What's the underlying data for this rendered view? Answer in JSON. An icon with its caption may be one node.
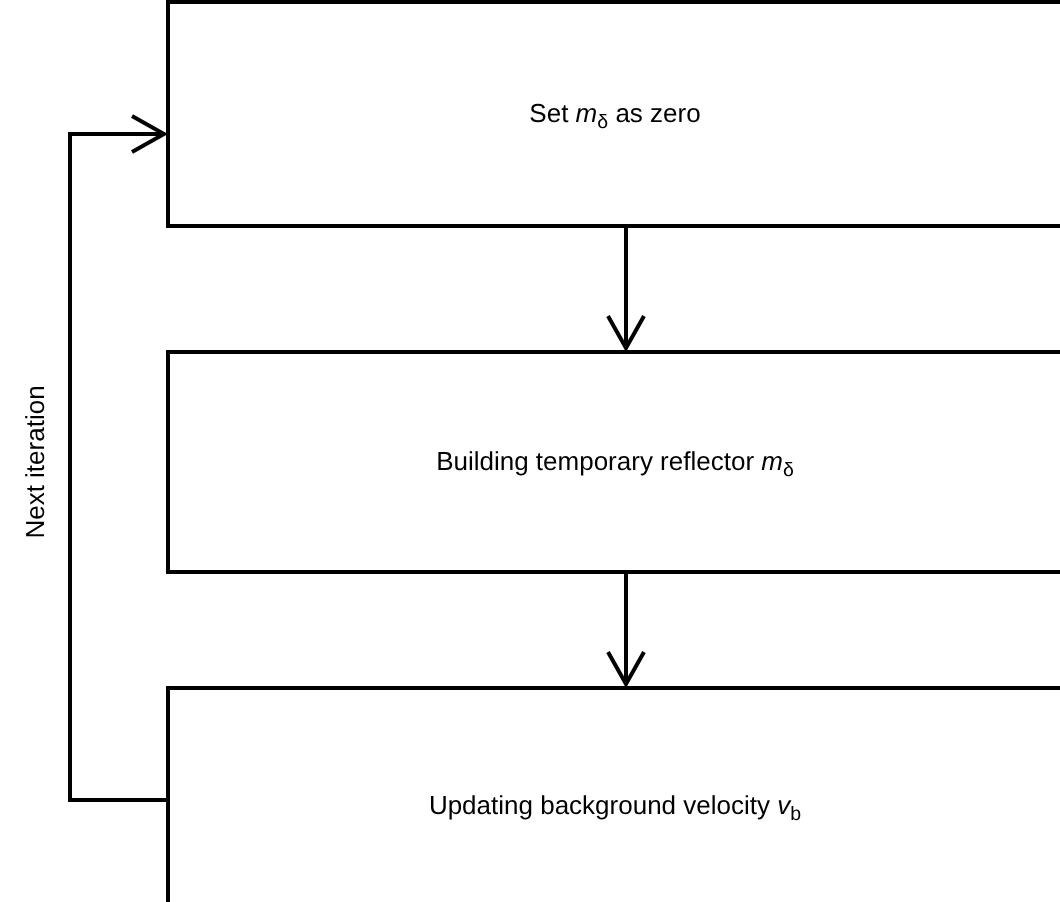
{
  "diagram": {
    "nodes": [
      {
        "text": [
          "Set *m*$_{δ}$ as zero"
        ]
      },
      {
        "text": [
          "Building temporary reflector *m*$_{δ}$"
        ]
      },
      {
        "text": [
          "Updating background velocity *v*$_{b}$"
        ]
      }
    ],
    "edges": [
      {
        "from": 0,
        "to": 1,
        "arrow": "to"
      },
      {
        "from": 1,
        "to": 2,
        "arrow": "to"
      },
      {
        "from": 2,
        "to": 0,
        "arrow": "to",
        "label": "Next iteration"
      }
    ]
  }
}
